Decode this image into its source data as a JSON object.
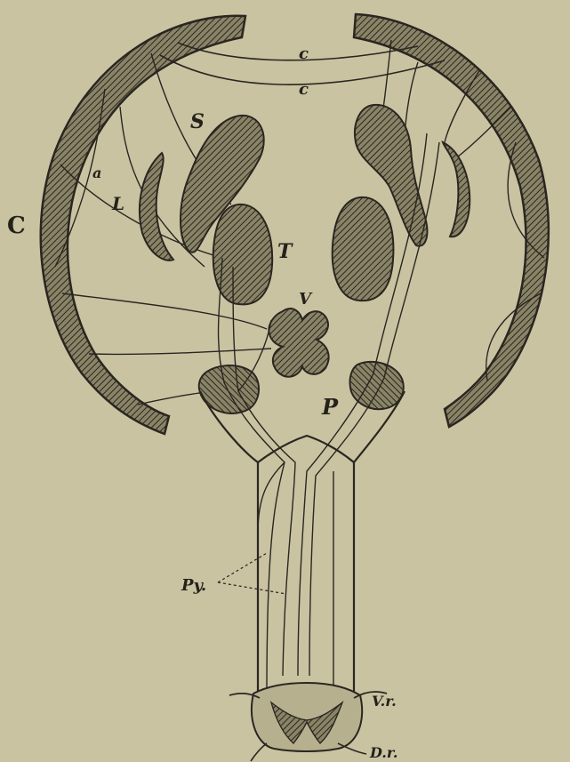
{
  "figure": {
    "paper_color": "#c9c3a2",
    "ink_color": "#2a2620",
    "labels": {
      "c_upper": "c",
      "c_lower": "c",
      "cortex": "C",
      "a": "a",
      "S": "S",
      "L": "L",
      "T": "T",
      "V": "V",
      "P": "P",
      "Py": "Py.",
      "Vr": "V.r.",
      "Dr": "D.r."
    }
  }
}
